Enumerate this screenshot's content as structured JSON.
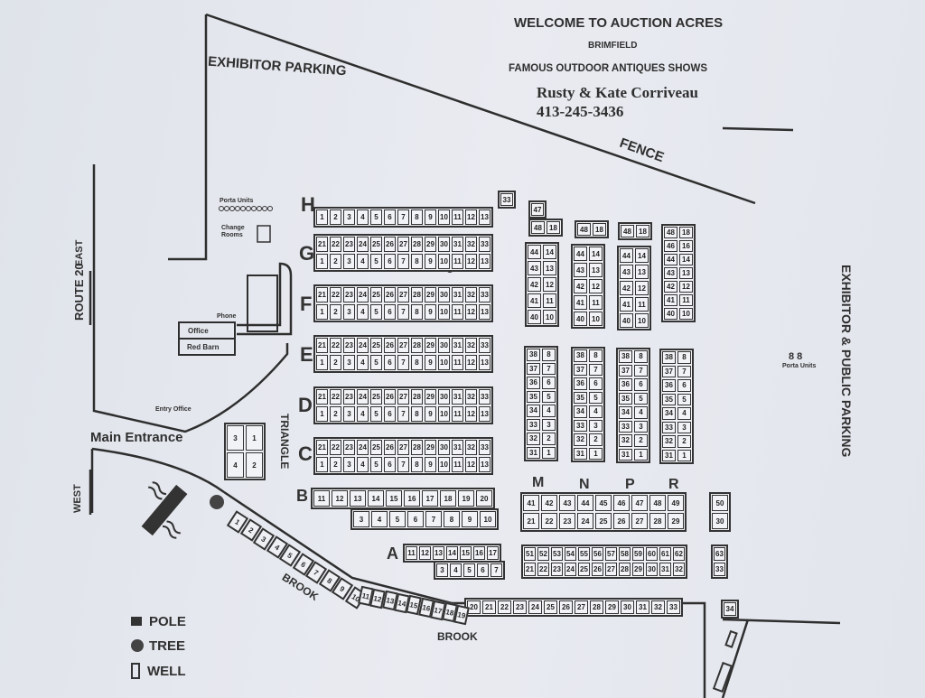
{
  "header": {
    "title": "WELCOME TO AUCTION ACRES",
    "town": "BRIMFIELD",
    "subtitle": "FAMOUS OUTDOOR ANTIQUES SHOWS",
    "owners": "Rusty & Kate Corriveau",
    "phone": "413-245-3436"
  },
  "labels": {
    "exhibitor_parking": "EXHIBITOR PARKING",
    "fence": "FENCE",
    "route": "ROUTE 20",
    "east": "EAST",
    "west": "WEST",
    "main_entrance": "Main Entrance",
    "triangle": "TRIANGLE",
    "brook_1": "BROOK",
    "brook_2": "BROOK",
    "public_parking": "EXHIBITOR & PUBLIC PARKING",
    "porta_units": "Porta Units",
    "porta_units_right": "Porta Units",
    "porta_count": "8 8",
    "change_rooms": "Change Rooms",
    "phone": "Phone",
    "office": "Office",
    "red_barn": "Red Barn",
    "entry_office": "Entry Office"
  },
  "row_labels": {
    "H": "H",
    "G": "G",
    "F": "F",
    "E": "E",
    "D": "D",
    "C": "C",
    "B": "B",
    "A": "A"
  },
  "column_labels": {
    "M": "M",
    "N": "N",
    "P": "P",
    "R": "R"
  },
  "blocks": {
    "H": [
      [
        "1",
        "2",
        "3",
        "4",
        "5",
        "6",
        "7",
        "8",
        "9",
        "10",
        "11",
        "12",
        "13"
      ]
    ],
    "H_end": [
      [
        "33"
      ]
    ],
    "G": [
      [
        "21",
        "22",
        "23",
        "24",
        "25",
        "26",
        "27",
        "28",
        "29",
        "30",
        "31",
        "32",
        "33"
      ],
      [
        "1",
        "2",
        "3",
        "4",
        "5",
        "6",
        "7",
        "8",
        "9",
        "10",
        "11",
        "12",
        "13"
      ]
    ],
    "F": [
      [
        "21",
        "22",
        "23",
        "24",
        "25",
        "26",
        "27",
        "28",
        "29",
        "30",
        "31",
        "32",
        "33"
      ],
      [
        "1",
        "2",
        "3",
        "4",
        "5",
        "6",
        "7",
        "8",
        "9",
        "10",
        "11",
        "12",
        "13"
      ]
    ],
    "E": [
      [
        "21",
        "22",
        "23",
        "24",
        "25",
        "26",
        "27",
        "28",
        "29",
        "30",
        "31",
        "32",
        "33"
      ],
      [
        "1",
        "2",
        "3",
        "4",
        "5",
        "6",
        "7",
        "8",
        "9",
        "10",
        "11",
        "12",
        "13"
      ]
    ],
    "D": [
      [
        "21",
        "22",
        "23",
        "24",
        "25",
        "26",
        "27",
        "28",
        "29",
        "30",
        "31",
        "32",
        "33"
      ],
      [
        "1",
        "2",
        "3",
        "4",
        "5",
        "6",
        "7",
        "8",
        "9",
        "10",
        "11",
        "12",
        "13"
      ]
    ],
    "C": [
      [
        "21",
        "22",
        "23",
        "24",
        "25",
        "26",
        "27",
        "28",
        "29",
        "30",
        "31",
        "32",
        "33"
      ],
      [
        "1",
        "2",
        "3",
        "4",
        "5",
        "6",
        "7",
        "8",
        "9",
        "10",
        "11",
        "12",
        "13"
      ]
    ],
    "B_top": [
      [
        "11",
        "12",
        "13",
        "14",
        "15",
        "16",
        "17",
        "18",
        "19",
        "20"
      ]
    ],
    "B_bottom": [
      [
        "3",
        "4",
        "5",
        "6",
        "7",
        "8",
        "9",
        "10"
      ]
    ],
    "A_top": [
      [
        "11",
        "12",
        "13",
        "14",
        "15",
        "16",
        "17"
      ]
    ],
    "A_bottom": [
      [
        "3",
        "4",
        "5",
        "6",
        "7"
      ]
    ],
    "M_47": [
      [
        "47"
      ]
    ],
    "M_top": [
      [
        "48",
        "18"
      ]
    ],
    "N_top": [
      [
        "48",
        "18"
      ]
    ],
    "P_top": [
      [
        "48",
        "18"
      ]
    ],
    "M_upper": [
      [
        "44",
        "14"
      ],
      [
        "43",
        "13"
      ],
      [
        "42",
        "12"
      ],
      [
        "41",
        "11"
      ],
      [
        "40",
        "10"
      ]
    ],
    "N_upper": [
      [
        "44",
        "14"
      ],
      [
        "43",
        "13"
      ],
      [
        "42",
        "12"
      ],
      [
        "41",
        "11"
      ],
      [
        "40",
        "10"
      ]
    ],
    "P_upper": [
      [
        "44",
        "14"
      ],
      [
        "43",
        "13"
      ],
      [
        "42",
        "12"
      ],
      [
        "41",
        "11"
      ],
      [
        "40",
        "10"
      ]
    ],
    "R_upper": [
      [
        "48",
        "18"
      ],
      [
        "46",
        "16"
      ],
      [
        "44",
        "14"
      ],
      [
        "43",
        "13"
      ],
      [
        "42",
        "12"
      ],
      [
        "41",
        "11"
      ],
      [
        "40",
        "10"
      ]
    ],
    "M_lower": [
      [
        "38",
        "8"
      ],
      [
        "37",
        "7"
      ],
      [
        "36",
        "6"
      ],
      [
        "35",
        "5"
      ],
      [
        "34",
        "4"
      ],
      [
        "33",
        "3"
      ],
      [
        "32",
        "2"
      ],
      [
        "31",
        "1"
      ]
    ],
    "N_lower": [
      [
        "38",
        "8"
      ],
      [
        "37",
        "7"
      ],
      [
        "36",
        "6"
      ],
      [
        "35",
        "5"
      ],
      [
        "34",
        "4"
      ],
      [
        "33",
        "3"
      ],
      [
        "32",
        "2"
      ],
      [
        "31",
        "1"
      ]
    ],
    "P_lower": [
      [
        "38",
        "8"
      ],
      [
        "37",
        "7"
      ],
      [
        "36",
        "6"
      ],
      [
        "35",
        "5"
      ],
      [
        "34",
        "4"
      ],
      [
        "33",
        "3"
      ],
      [
        "32",
        "2"
      ],
      [
        "31",
        "1"
      ]
    ],
    "R_lower": [
      [
        "38",
        "8"
      ],
      [
        "37",
        "7"
      ],
      [
        "36",
        "6"
      ],
      [
        "35",
        "5"
      ],
      [
        "34",
        "4"
      ],
      [
        "33",
        "3"
      ],
      [
        "32",
        "2"
      ],
      [
        "31",
        "1"
      ]
    ],
    "MNPR_band": [
      [
        "41",
        "42",
        "43",
        "44",
        "45",
        "46",
        "47",
        "48",
        "49"
      ],
      [
        "21",
        "22",
        "23",
        "24",
        "25",
        "26",
        "27",
        "28",
        "29"
      ]
    ],
    "band_end": [
      [
        "50"
      ],
      [
        "30"
      ]
    ],
    "lower_band": [
      [
        "51",
        "52",
        "53",
        "54",
        "55",
        "56",
        "57",
        "58",
        "59",
        "60",
        "61",
        "62"
      ],
      [
        "21",
        "22",
        "23",
        "24",
        "25",
        "26",
        "27",
        "28",
        "29",
        "30",
        "31",
        "32"
      ]
    ],
    "lower_end": [
      [
        "63"
      ],
      [
        "33"
      ]
    ],
    "brook_straight": [
      [
        "20",
        "21",
        "22",
        "23",
        "24",
        "25",
        "26",
        "27",
        "28",
        "29",
        "30",
        "31",
        "32",
        "33"
      ]
    ],
    "brook_end": [
      [
        "34"
      ]
    ],
    "triangle": [
      [
        "3",
        "1"
      ],
      [
        "4",
        "2"
      ]
    ]
  },
  "brook_diagonal": [
    "1",
    "2",
    "3",
    "4",
    "5",
    "6",
    "7",
    "8",
    "9",
    "10",
    "11",
    "12",
    "13",
    "14",
    "15",
    "16",
    "17",
    "18",
    "19"
  ],
  "legend": [
    {
      "icon": "pole-icon",
      "label": "POLE"
    },
    {
      "icon": "tree-icon",
      "label": "TREE"
    },
    {
      "icon": "well-icon",
      "label": "WELL"
    }
  ],
  "colors": {
    "paper": "#e4e7ee",
    "ink": "#2b2b2b"
  }
}
